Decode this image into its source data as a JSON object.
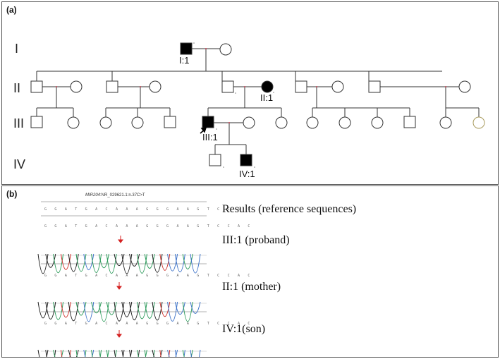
{
  "panel_a": {
    "label": "(a)",
    "generations": [
      "I",
      "II",
      "III",
      "IV"
    ],
    "individuals": {
      "I1": "I:1",
      "II1": "II:1",
      "III1": "III:1",
      "IV1": "IV:1"
    }
  },
  "panel_b": {
    "label": "(b)",
    "title_gene": "MIR204",
    "title_rest": ":NR_029621.1:n.37C>T",
    "sequence": "G G A T G A C A A A G G G A A G T C C A C",
    "results": [
      "Results (reference sequences)",
      "III:1 (proband)",
      "II:1 (mother)",
      "IV:1(son)"
    ]
  },
  "colors": {
    "affected": "#000000",
    "line": "#333333",
    "trace_blue": "#3f74c9",
    "trace_green": "#2e9c5c",
    "trace_black": "#222222",
    "trace_red": "#d0352f",
    "arrow_red": "#d42020"
  }
}
